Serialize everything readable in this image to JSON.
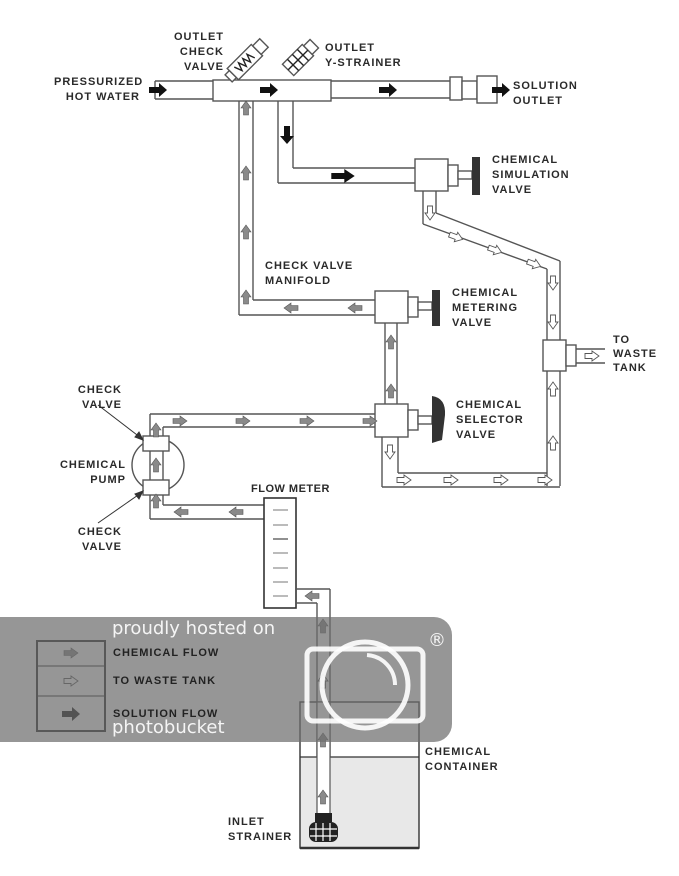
{
  "title": "Chemical flow system diagram",
  "labels": {
    "pressurized_hot_water": "PRESSURIZED\nHOT WATER",
    "outlet_check_valve": "OUTLET\nCHECK\nVALVE",
    "outlet_y_strainer": "OUTLET\nY-STRAINER",
    "solution_outlet": "SOLUTION\nOUTLET",
    "chemical_simulation_valve": "CHEMICAL\nSIMULATION\nVALVE",
    "check_valve_manifold": "CHECK VALVE\nMANIFOLD",
    "chemical_metering_valve": "CHEMICAL\nMETERING\nVALVE",
    "to_waste_tank": "TO\nWASTE\nTANK",
    "chemical_selector_valve": "CHEMICAL\nSELECTOR\nVALVE",
    "check_valve_top": "CHECK\nVALVE",
    "chemical_pump": "CHEMICAL\nPUMP",
    "check_valve_bottom": "CHECK\nVALVE",
    "flow_meter": "FLOW METER",
    "chemical_container": "CHEMICAL\nCONTAINER",
    "inlet_strainer": "INLET\nSTRAINER"
  },
  "legend": {
    "items": [
      {
        "label": "CHEMICAL FLOW",
        "arrow": "gray-arrow"
      },
      {
        "label": "TO WASTE TANK",
        "arrow": "hollow-arrow"
      },
      {
        "label": "SOLUTION FLOW",
        "arrow": "black-arrow"
      }
    ]
  },
  "watermark": {
    "line1": "proudly hosted on",
    "line2": "photobucket",
    "mark": "®"
  },
  "colors": {
    "line": "#555555",
    "solution_arrow": "#111111",
    "chemical_arrow": "#8a8a8a",
    "waste_arrow": "#ffffff",
    "handle": "#333333",
    "container_fill": "#e8e8e8",
    "watermark_bg": "#6e6e6e"
  }
}
